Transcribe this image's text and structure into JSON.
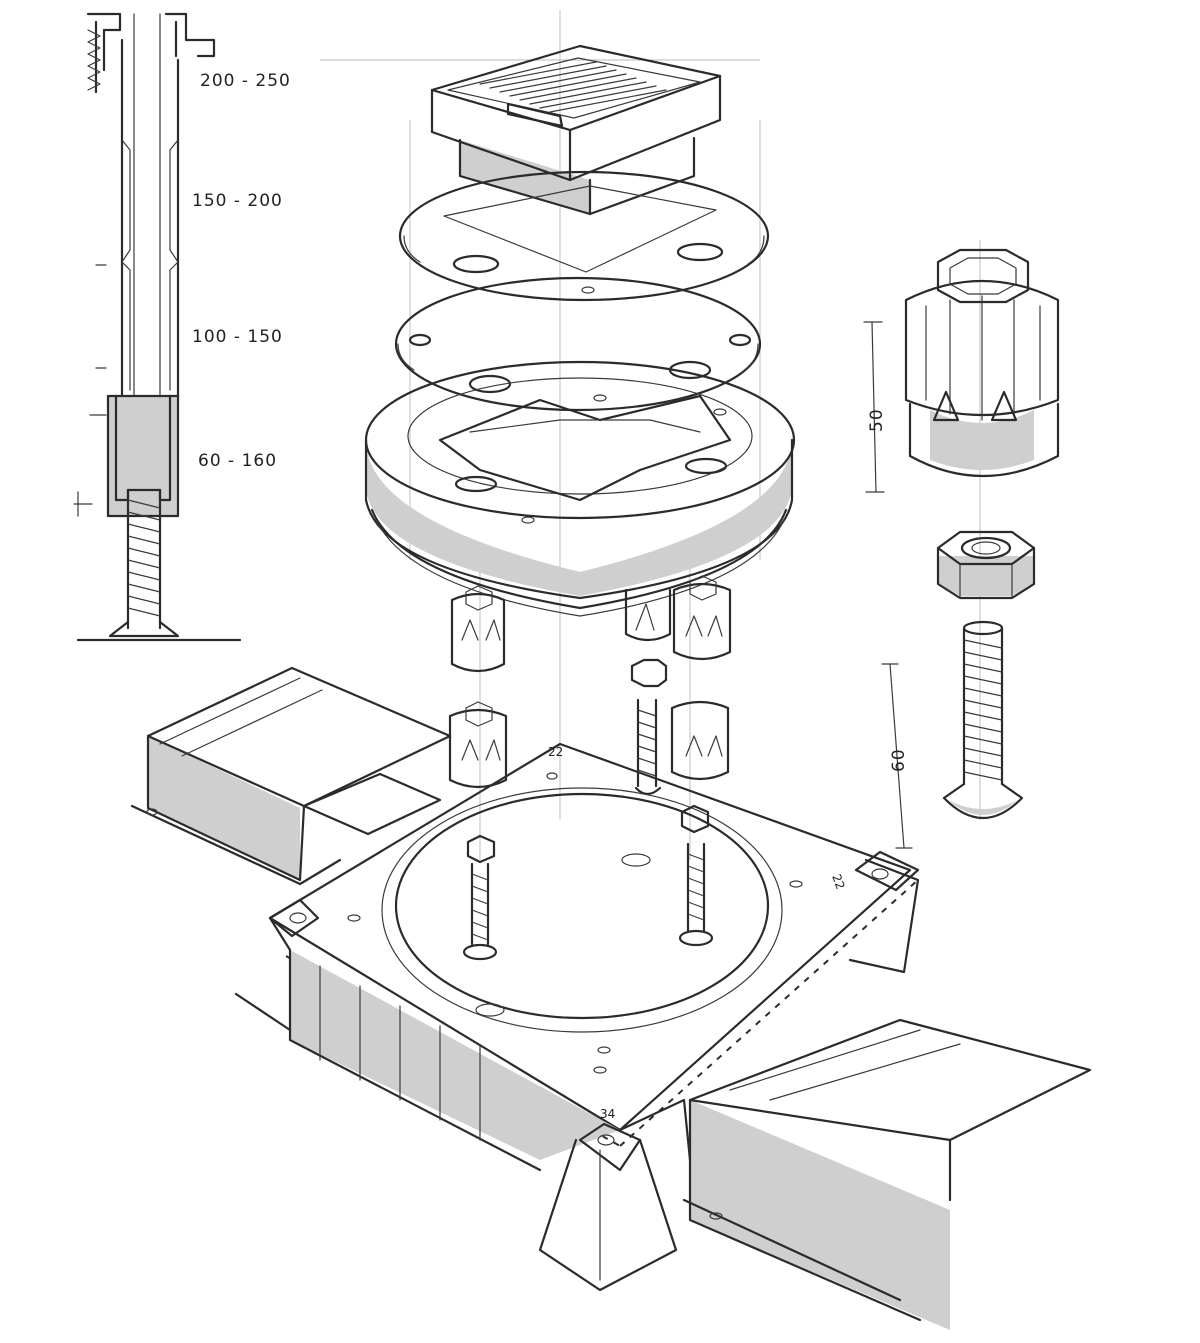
{
  "pedestal_section": {
    "ranges": [
      "200 - 250",
      "150 - 200",
      "100 - 150",
      "60 - 160"
    ]
  },
  "head_detail": {
    "height_dim": "50"
  },
  "bolt_detail": {
    "length_dim": "60"
  },
  "base_plate": {
    "labels": [
      "22",
      "22",
      "34"
    ]
  },
  "palette": {
    "ink": "#2b2b2b",
    "shade": "#cfcfcf",
    "paper": "#ffffff"
  }
}
